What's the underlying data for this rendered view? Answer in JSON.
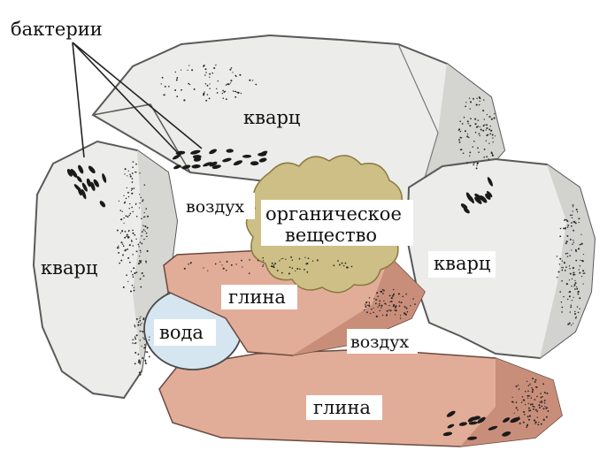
{
  "labels": {
    "bacteria": "бактерии",
    "quartz_top": "кварц",
    "quartz_left": "кварц",
    "quartz_right": "кварц",
    "air_top": "воздух",
    "air_bottom": "воздух",
    "organic_line1": "органическое",
    "organic_line2": "вещество",
    "clay_upper": "глина",
    "clay_lower": "глина",
    "water": "вода"
  },
  "colors": {
    "quartz_fill": "#ececea",
    "quartz_edge": "#5a5a5a",
    "clay_fill": "#e2ad98",
    "clay_shadow": "#c98e7a",
    "organic_fill": "#cdbf86",
    "water_fill": "#d6e6f0",
    "line": "#222222"
  }
}
